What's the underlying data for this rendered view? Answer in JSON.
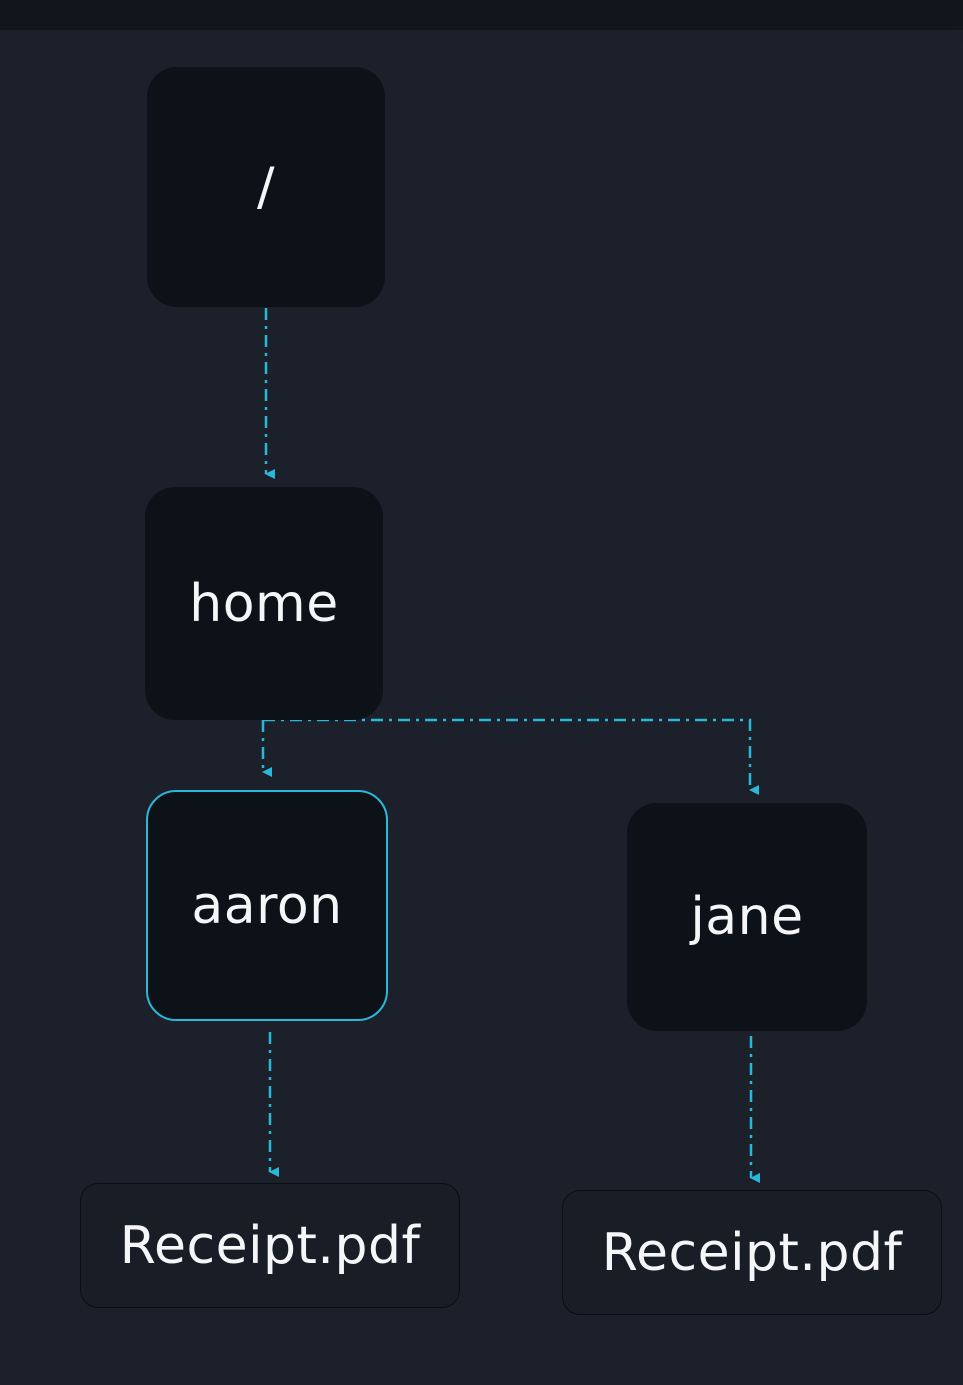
{
  "diagram": {
    "nodes": {
      "root": {
        "label": "/"
      },
      "home": {
        "label": "home"
      },
      "aaron": {
        "label": "aaron"
      },
      "jane": {
        "label": "jane"
      },
      "aaron_file": {
        "label": "Receipt.pdf"
      },
      "jane_file": {
        "label": "Receipt.pdf"
      }
    },
    "edges": [
      {
        "from": "root",
        "to": "home"
      },
      {
        "from": "home",
        "to": "aaron"
      },
      {
        "from": "home",
        "to": "jane"
      },
      {
        "from": "aaron",
        "to": "aaron_file"
      },
      {
        "from": "jane",
        "to": "jane_file"
      }
    ],
    "selected": "aaron"
  },
  "colors": {
    "background": "#1b202b",
    "node_fill": "#0d1118",
    "file_fill": "#181d26",
    "accent": "#2ab8d9",
    "text": "#f4f6f8"
  }
}
